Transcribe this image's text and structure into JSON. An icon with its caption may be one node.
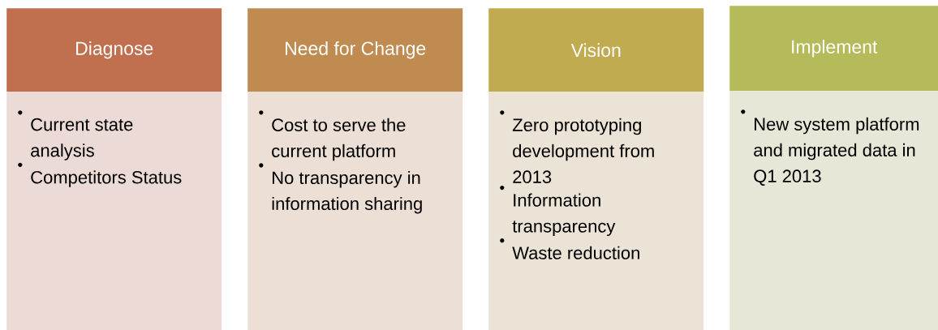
{
  "diagram": {
    "nodes": [
      {
        "text": [
          "Diagnose"
        ]
      },
      {
        "text": [
          "Current state analysis",
          "Competitors Status"
        ]
      },
      {
        "text": [
          "Need for Change"
        ]
      },
      {
        "text": [
          "Cost to serve the current platform",
          "No transparency in information sharing"
        ]
      },
      {
        "text": [
          "Vision"
        ]
      },
      {
        "text": [
          "Zero prototyping development from 2013",
          "Information transparency",
          "Waste reduction"
        ]
      },
      {
        "text": [
          "Implement"
        ]
      },
      {
        "text": [
          "New system platform and migrated data in Q1 2013"
        ]
      }
    ]
  }
}
